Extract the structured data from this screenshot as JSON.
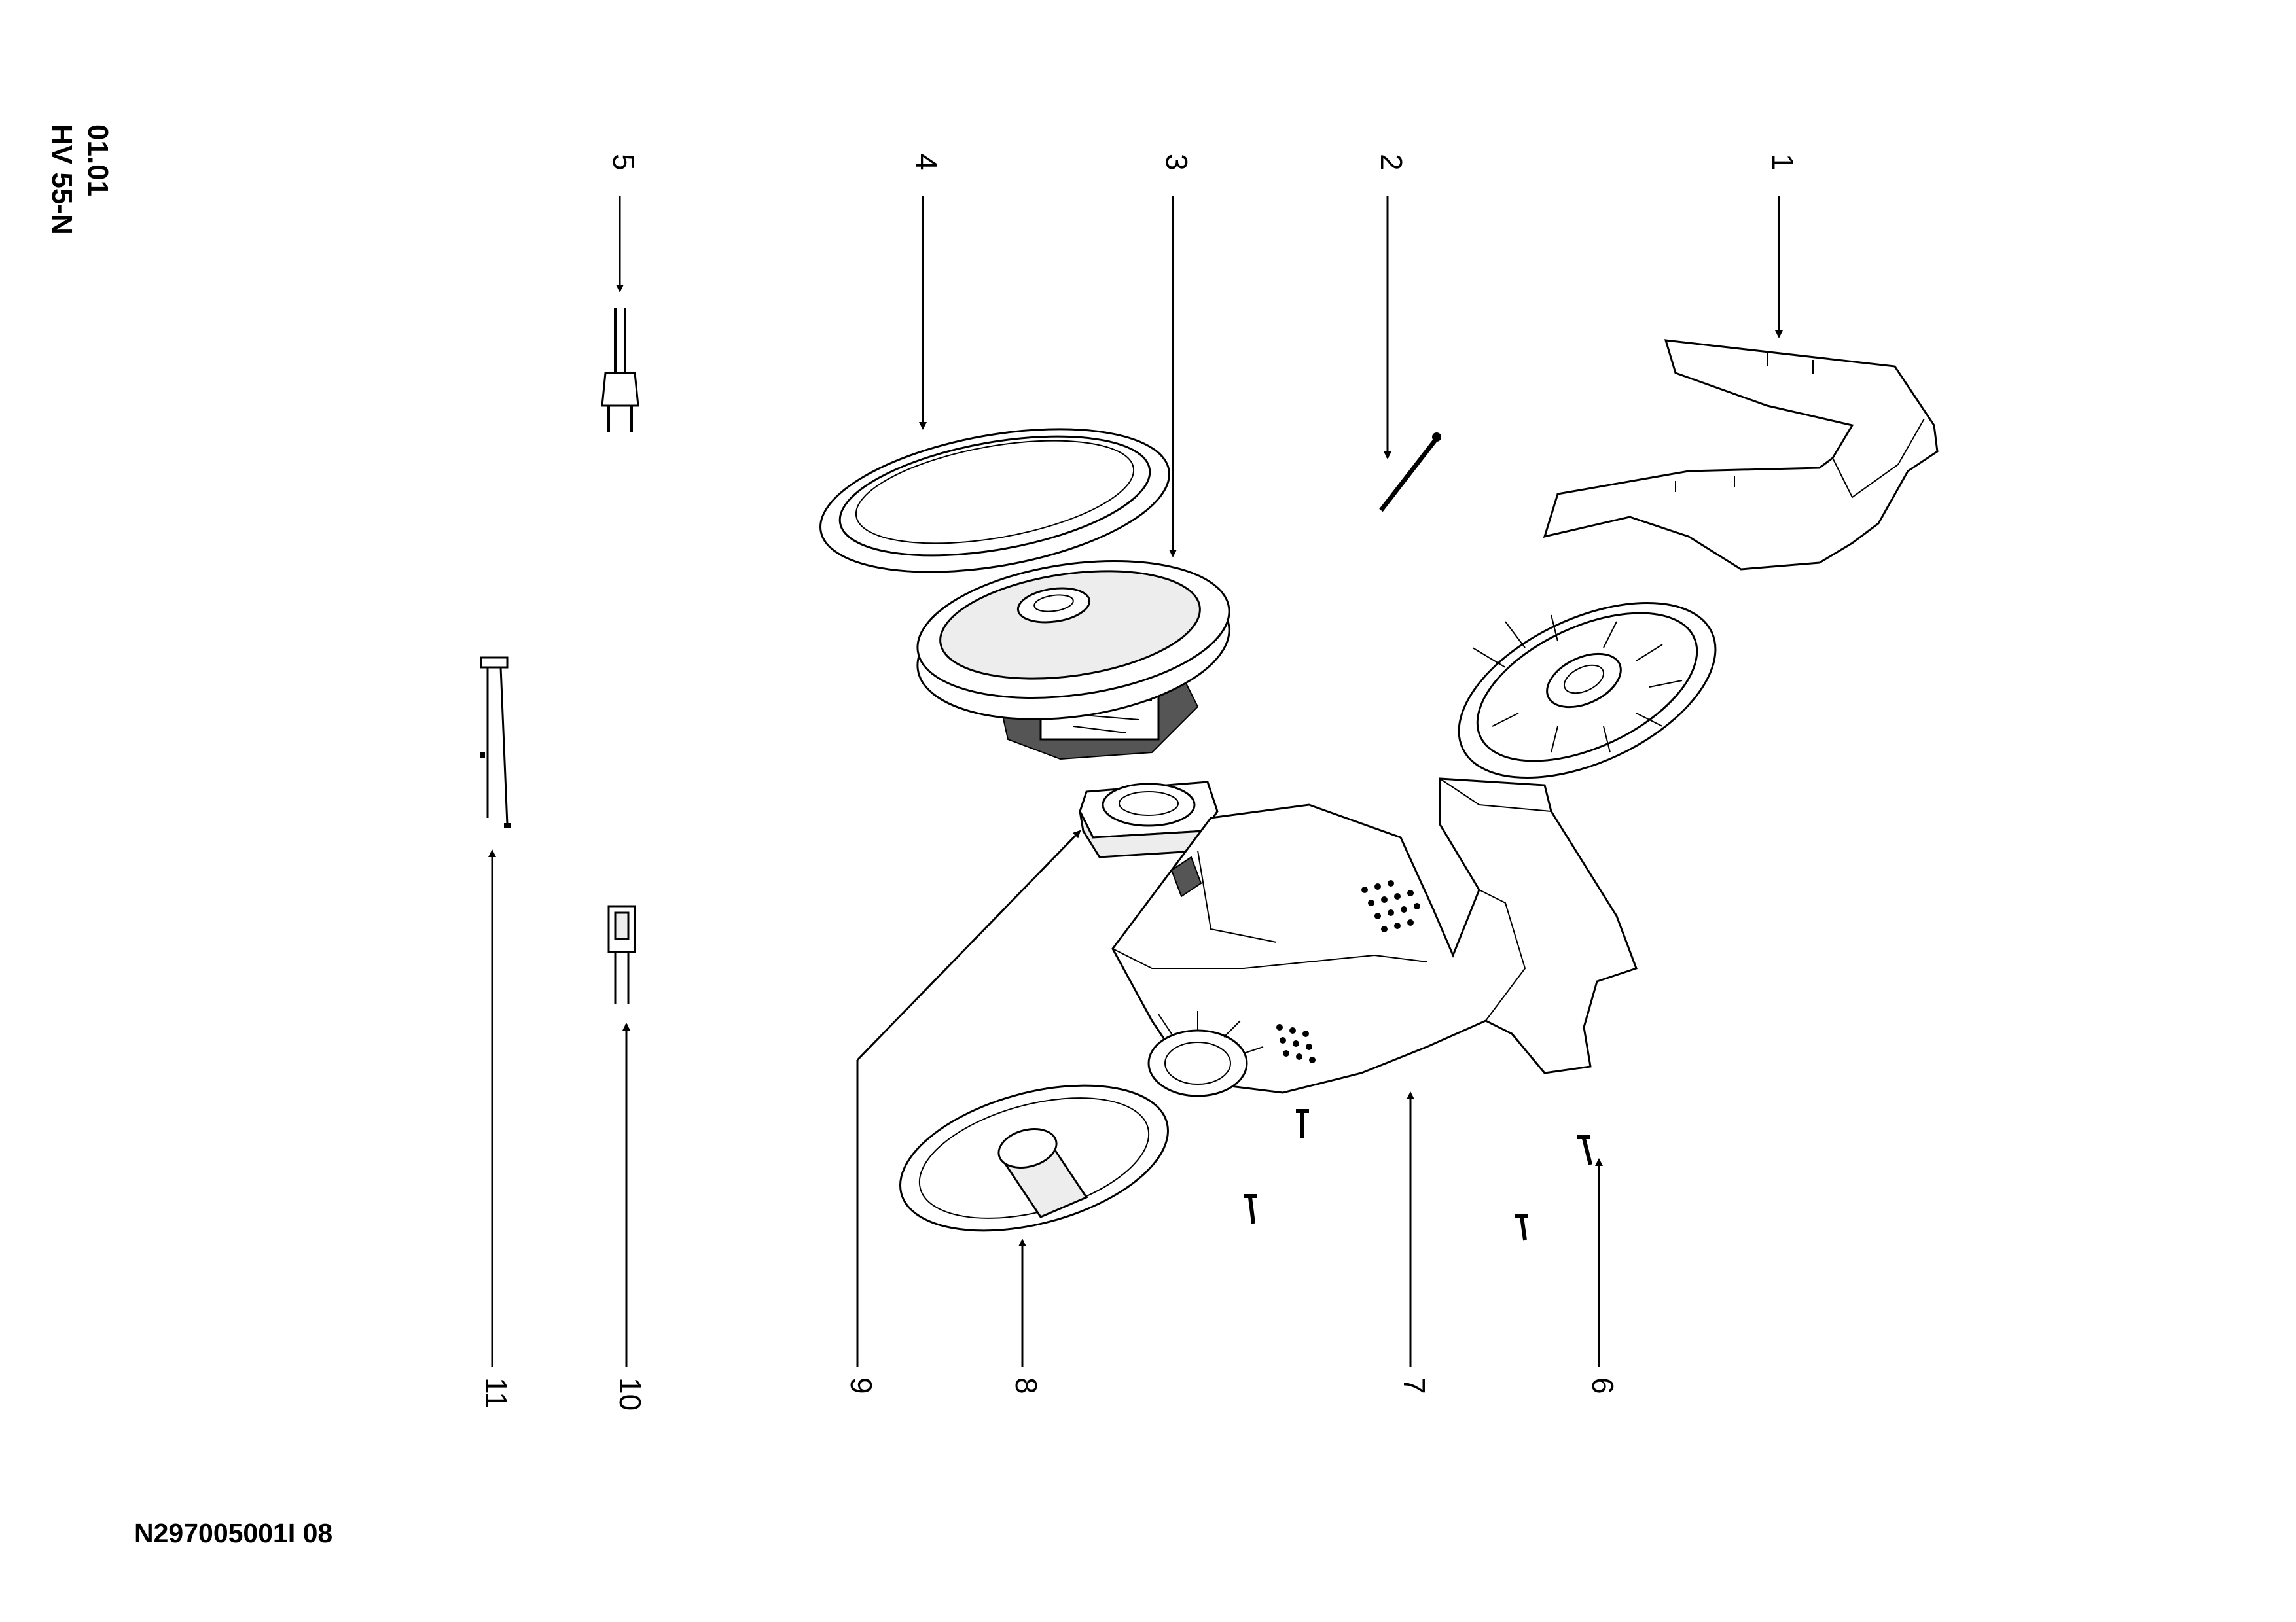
{
  "header": {
    "version": "01.01",
    "model": "HV 55-N"
  },
  "footer": {
    "document_code": "N297005001I 08"
  },
  "callouts": [
    "1",
    "2",
    "3",
    "4",
    "5",
    "6",
    "7",
    "8",
    "9",
    "10",
    "11"
  ]
}
